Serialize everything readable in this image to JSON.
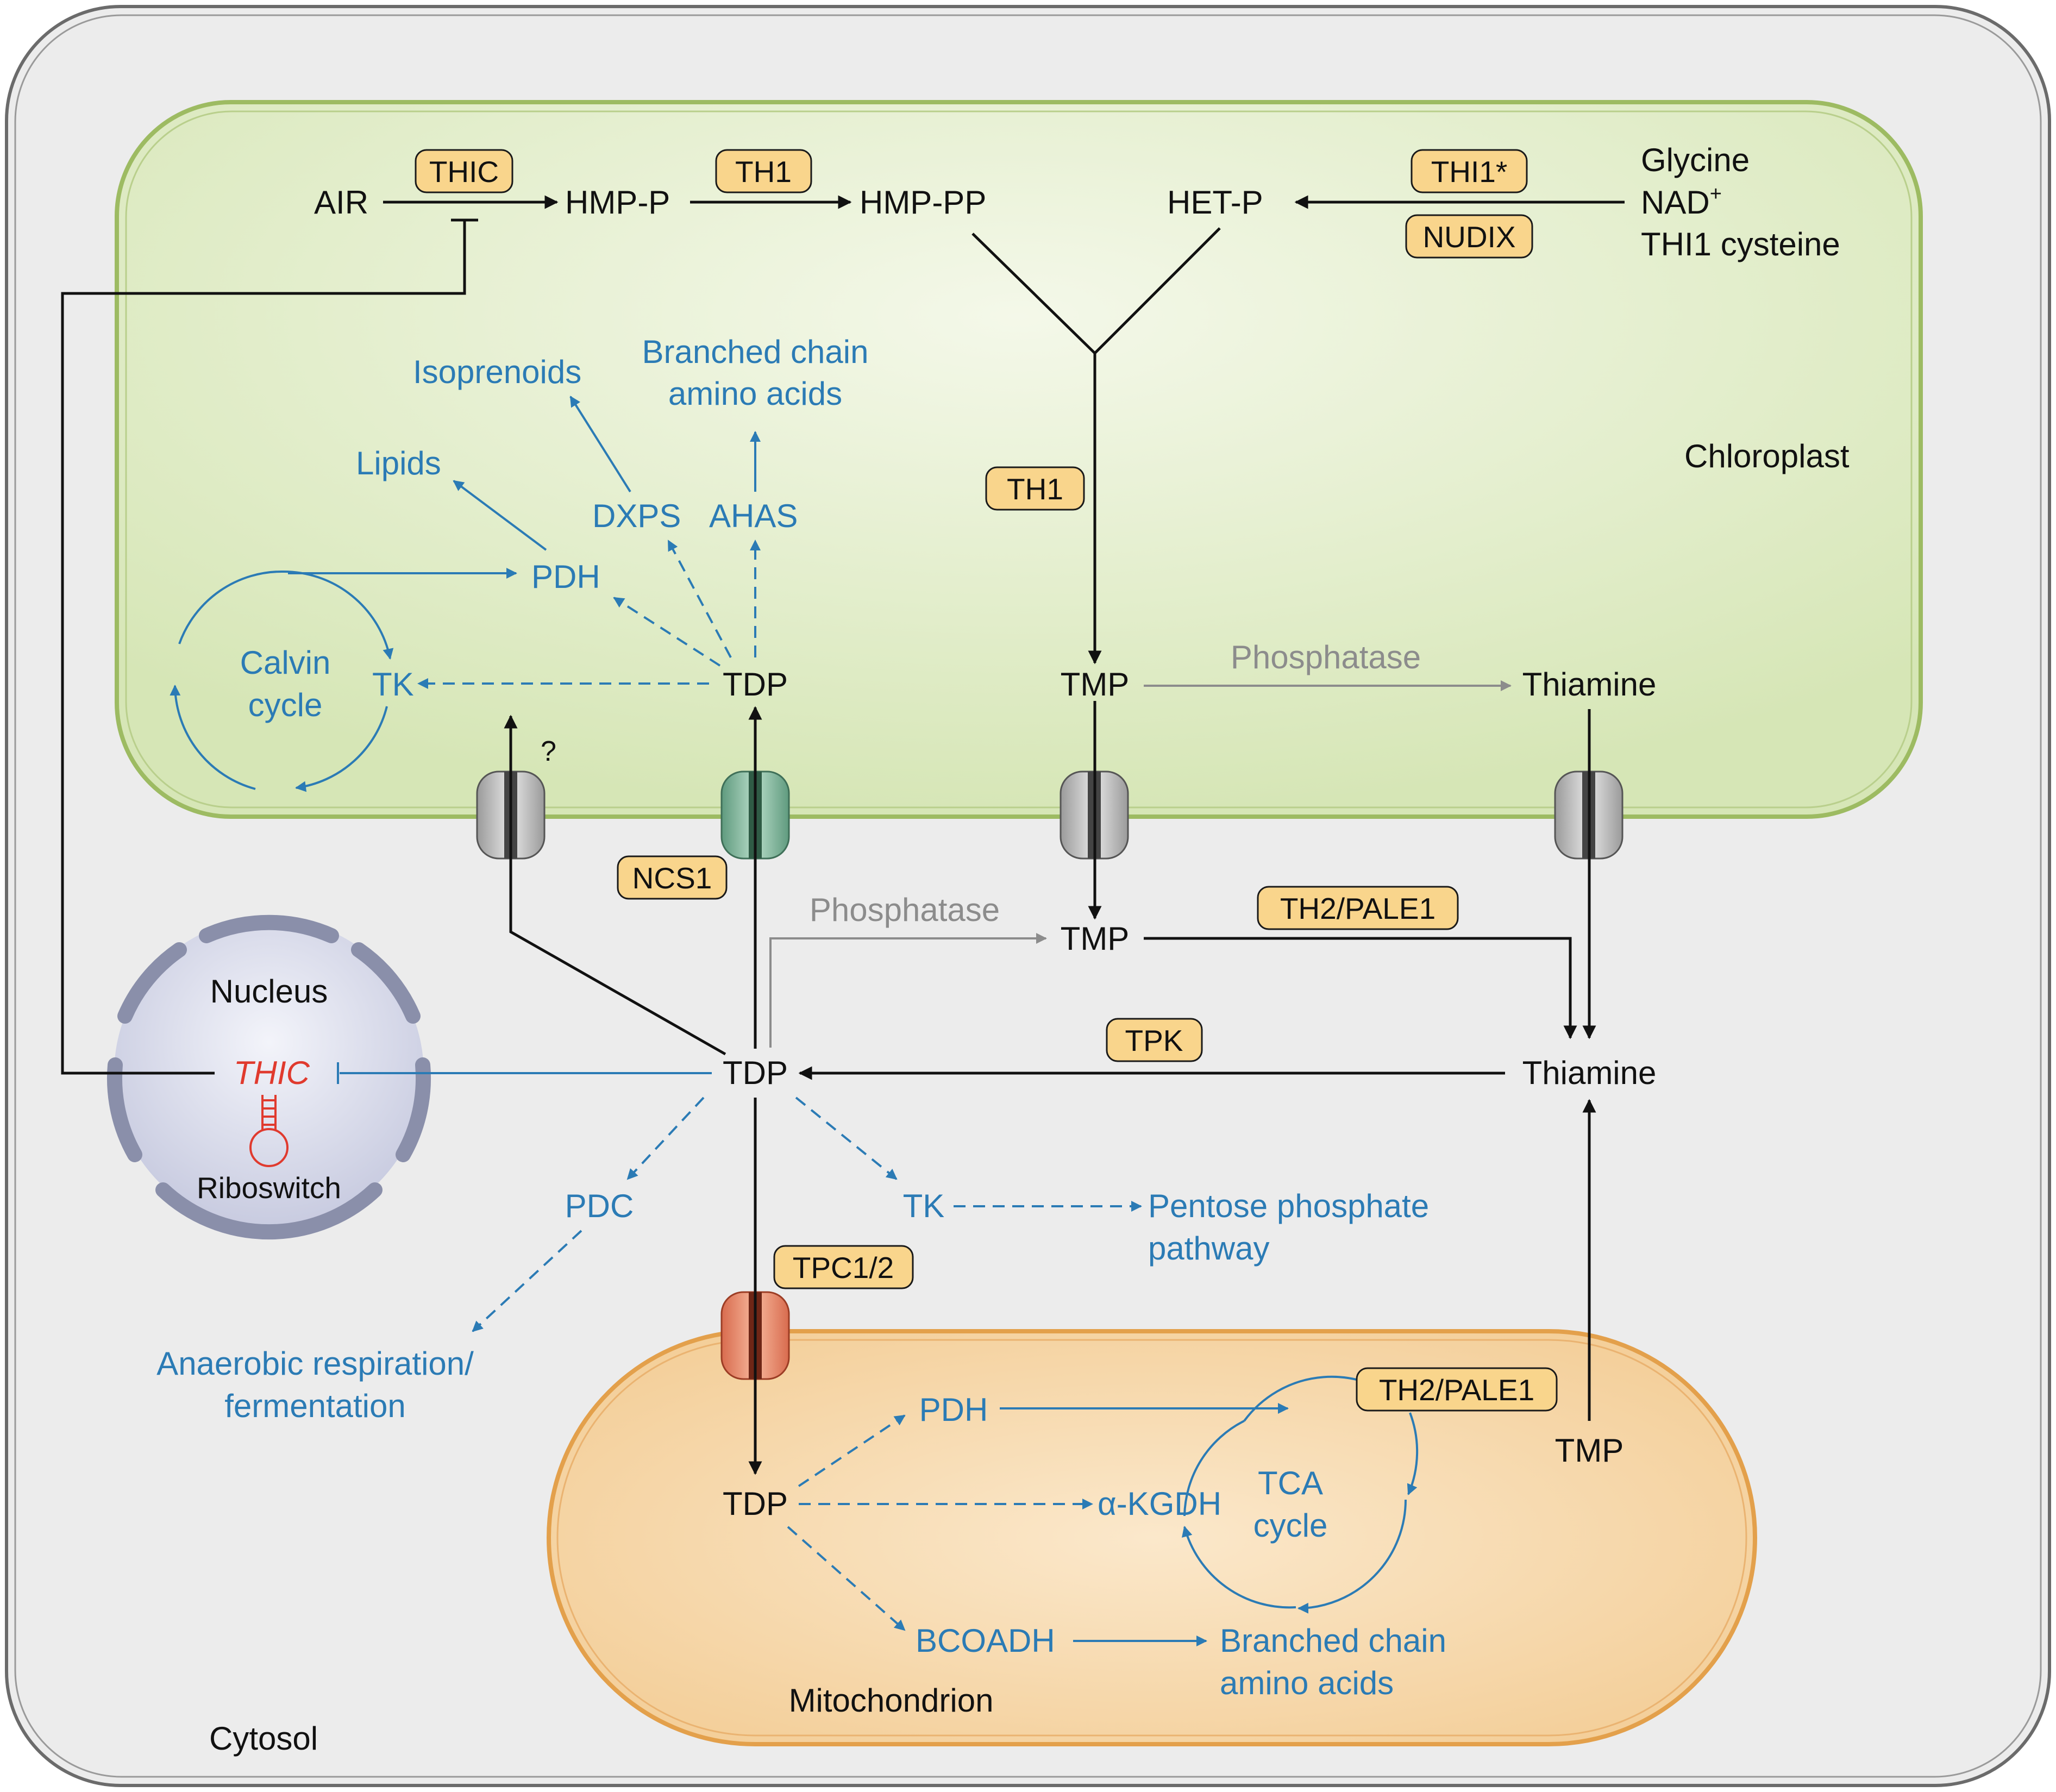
{
  "regions": {
    "chloroplast": "Chloroplast",
    "nucleus": "Nucleus",
    "mitochondrion": "Mitochondrion",
    "cytosol": "Cytosol",
    "riboswitch": "Riboswitch"
  },
  "enzymes": {
    "thic": "THIC",
    "th1_top": "TH1",
    "thi1": "THI1*",
    "nudix": "NUDIX",
    "th1_mid": "TH1",
    "ncs1": "NCS1",
    "th2_cyt": "TH2/PALE1",
    "tpk": "TPK",
    "tpc": "TPC1/2",
    "th2_mito": "TH2/PALE1"
  },
  "chloroplast": {
    "air": "AIR",
    "hmp_p": "HMP-P",
    "hmp_pp": "HMP-PP",
    "het_p": "HET-P",
    "glycine": "Glycine",
    "nad": "NAD",
    "nad_sup": "+",
    "thi1_cys": "THI1 cysteine",
    "isoprenoids": "Isoprenoids",
    "bcaa_1": "Branched chain",
    "bcaa_2": "amino acids",
    "lipids": "Lipids",
    "dxps": "DXPS",
    "ahas": "AHAS",
    "pdh": "PDH",
    "calvin_1": "Calvin",
    "calvin_2": "cycle",
    "tk": "TK",
    "tdp": "TDP",
    "tmp": "TMP",
    "phosphatase": "Phosphatase",
    "thiamine": "Thiamine",
    "question": "?"
  },
  "cytosol": {
    "thic_gene": "THIC",
    "tdp": "TDP",
    "phosphatase": "Phosphatase",
    "tmp": "TMP",
    "thiamine": "Thiamine",
    "pdc": "PDC",
    "tk": "TK",
    "ppp_1": "Pentose phosphate",
    "ppp_2": "pathway",
    "anaer_1": "Anaerobic respiration/",
    "anaer_2": "fermentation"
  },
  "mitochondrion": {
    "tdp": "TDP",
    "pdh": "PDH",
    "akgdh": "α-KGDH",
    "tca_1": "TCA",
    "tca_2": "cycle",
    "bcoadh": "BCOADH",
    "bcaa_1": "Branched chain",
    "bcaa_2": "amino acids",
    "tmp": "TMP"
  },
  "colors": {
    "cell_fill": "#ececec",
    "chloroplast_fill": "#dfe9c7",
    "chloroplast_border": "#9dbb62",
    "mito_fill": "#f6d9b0",
    "mito_border": "#e3a04b",
    "nucleus_fill": "#d8dae8",
    "nucleus_border": "#8a8faa",
    "enzyme_box": "#f9d58c",
    "enzyme_border": "#c88a2a",
    "pathway_blue": "#2b7bb5",
    "phosphatase_grey": "#8c8c8c",
    "thic_red": "#e03a2e"
  }
}
